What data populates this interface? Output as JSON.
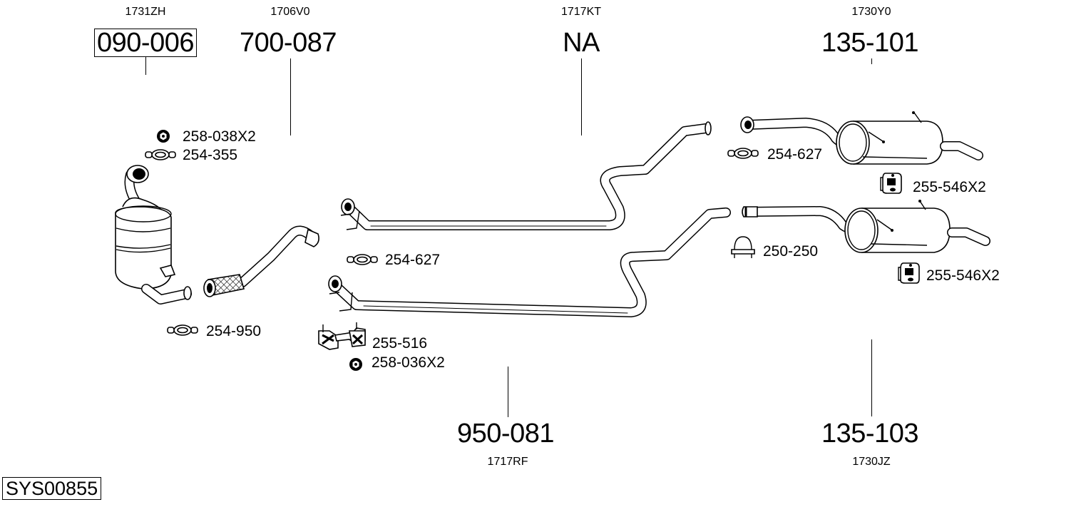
{
  "diagram": {
    "system_id": "SYS00855",
    "main_parts": [
      {
        "ref_code": "1731ZH",
        "part_number": "090-006",
        "boxed": true,
        "position": "top"
      },
      {
        "ref_code": "1706V0",
        "part_number": "700-087",
        "boxed": false,
        "position": "top"
      },
      {
        "ref_code": "1717KT",
        "part_number": "NA",
        "boxed": false,
        "position": "top"
      },
      {
        "ref_code": "1730Y0",
        "part_number": "135-101",
        "boxed": false,
        "position": "top"
      },
      {
        "ref_code": "1717RF",
        "part_number": "950-081",
        "boxed": false,
        "position": "bottom"
      },
      {
        "ref_code": "1730JZ",
        "part_number": "135-103",
        "boxed": false,
        "position": "bottom"
      }
    ],
    "accessories": [
      {
        "part_number": "258-038X2",
        "icon": "flange-nut-icon"
      },
      {
        "part_number": "254-355",
        "icon": "pipe-clamp-icon"
      },
      {
        "part_number": "254-627",
        "icon": "pipe-clamp-icon"
      },
      {
        "part_number": "255-516",
        "icon": "rubber-mount-bracket-icon"
      },
      {
        "part_number": "258-036X2",
        "icon": "flange-nut-icon"
      },
      {
        "part_number": "254-950",
        "icon": "pipe-clamp-icon"
      },
      {
        "part_number": "254-627",
        "icon": "pipe-clamp-icon"
      },
      {
        "part_number": "255-546X2",
        "icon": "rubber-hanger-icon"
      },
      {
        "part_number": "250-250",
        "icon": "u-bolt-clamp-icon"
      },
      {
        "part_number": "255-546X2",
        "icon": "rubber-hanger-icon"
      }
    ],
    "components": [
      {
        "name": "diesel-particulate-filter"
      },
      {
        "name": "front-pipe-with-flex"
      },
      {
        "name": "intermediate-pipe-upper"
      },
      {
        "name": "intermediate-pipe-lower"
      },
      {
        "name": "rear-silencer-upper"
      },
      {
        "name": "rear-silencer-lower"
      }
    ]
  }
}
